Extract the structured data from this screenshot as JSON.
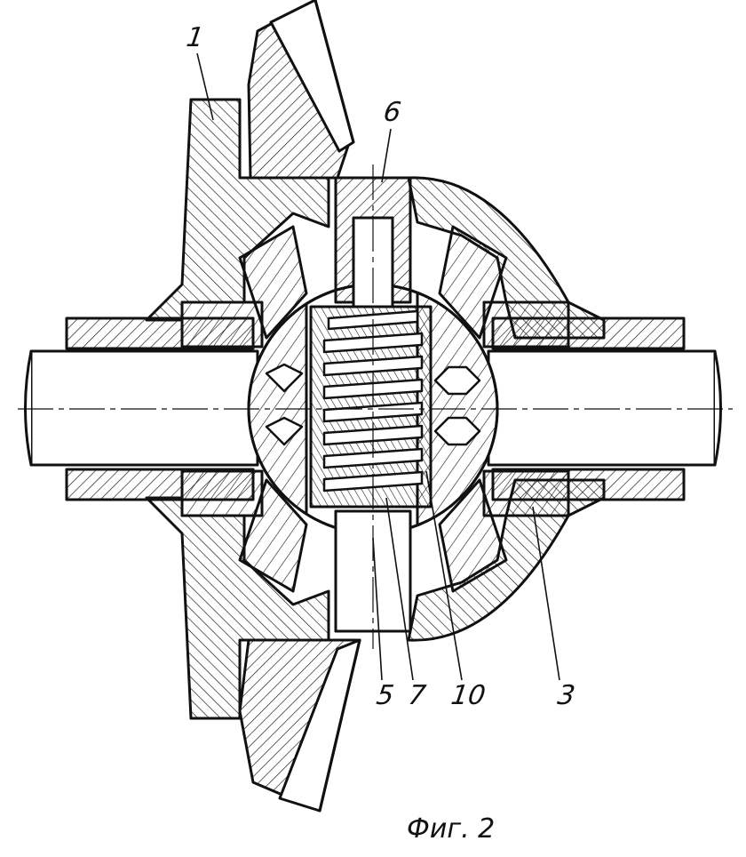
{
  "figure": {
    "caption": "Фиг. 2",
    "part_labels": {
      "p1": "1",
      "p6": "6",
      "p5": "5",
      "p7": "7",
      "p10": "10",
      "p3": "3"
    }
  },
  "colors": {
    "ink": "#111111",
    "paper": "#ffffff"
  }
}
